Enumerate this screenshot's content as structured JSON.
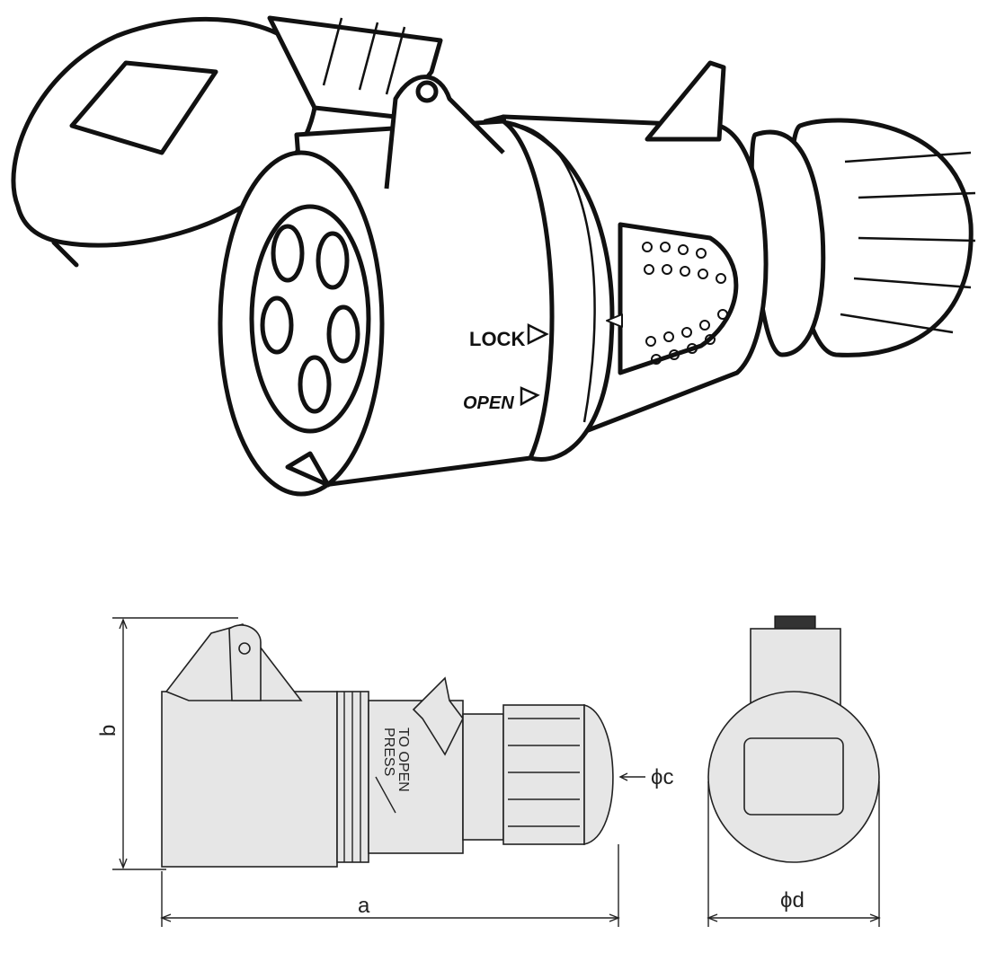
{
  "iso_view": {
    "lock_label": "LOCK",
    "open_label": "OPEN"
  },
  "side_view": {
    "press_label_line1": "PRESS",
    "press_label_line2": "TO OPEN"
  },
  "dimensions": {
    "a": "a",
    "b": "b",
    "c": "ϕc",
    "d": "ϕd"
  }
}
